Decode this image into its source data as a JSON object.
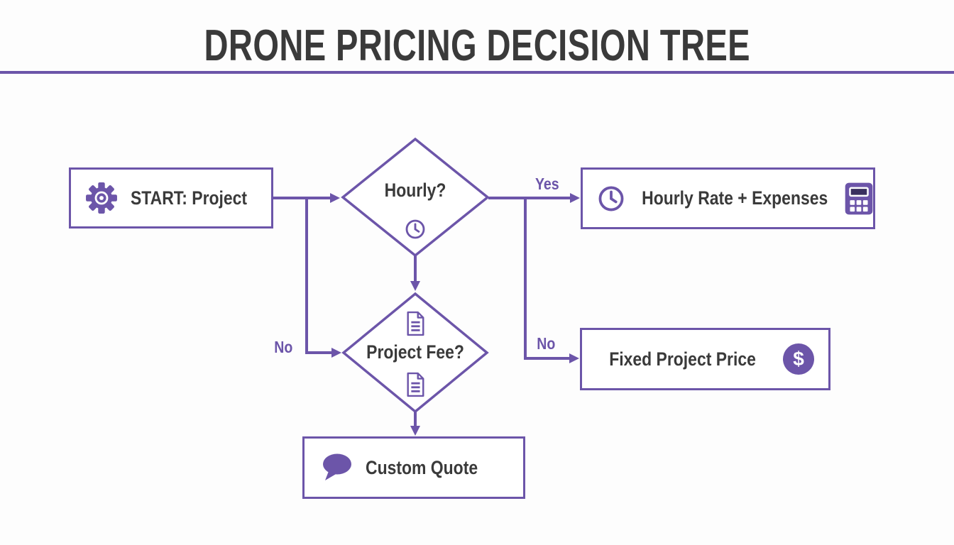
{
  "title": "DRONE PRICING DECISION TREE",
  "colors": {
    "accent": "#6C55A9",
    "text": "#3A3A3A",
    "background": "#FDFDFD"
  },
  "nodes": {
    "start": {
      "label": "START: Project",
      "icon": "gear-icon"
    },
    "hourly_decision": {
      "label": "Hourly?",
      "icon": "clock-icon"
    },
    "hourly_rate_result": {
      "label": "Hourly Rate + Expenses",
      "icon_left": "clock-icon",
      "icon_right": "calculator-icon"
    },
    "project_fee_decision": {
      "label": "Project Fee?",
      "icon_top": "document-icon",
      "icon_bottom": "document-icon"
    },
    "fixed_price_result": {
      "label": "Fixed Project Price",
      "icon": "dollar-icon",
      "dollar_glyph": "$"
    },
    "custom_quote_result": {
      "label": "Custom Quote",
      "icon": "speech-bubble-icon"
    }
  },
  "edges": {
    "hourly_yes": {
      "label": "Yes"
    },
    "hourly_no_left": {
      "label": "No"
    },
    "hourly_no_right": {
      "label": "No"
    }
  }
}
